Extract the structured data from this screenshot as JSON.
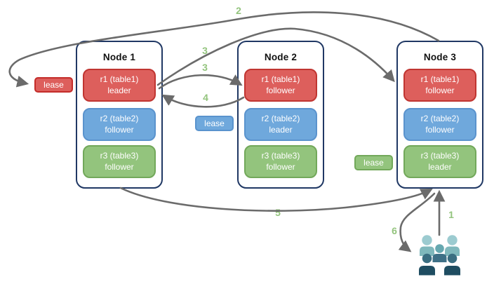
{
  "nodes": [
    {
      "title": "Node 1",
      "replicas": [
        {
          "line1": "r1 (table1)",
          "line2": "leader",
          "color": "red"
        },
        {
          "line1": "r2 (table2)",
          "line2": "follower",
          "color": "blue"
        },
        {
          "line1": "r3 (table3)",
          "line2": "follower",
          "color": "green"
        }
      ]
    },
    {
      "title": "Node 2",
      "replicas": [
        {
          "line1": "r1 (table1)",
          "line2": "follower",
          "color": "red"
        },
        {
          "line1": "r2 (table2)",
          "line2": "leader",
          "color": "blue"
        },
        {
          "line1": "r3 (table3)",
          "line2": "follower",
          "color": "green"
        }
      ]
    },
    {
      "title": "Node 3",
      "replicas": [
        {
          "line1": "r1 (table1)",
          "line2": "follower",
          "color": "red"
        },
        {
          "line1": "r2 (table2)",
          "line2": "follower",
          "color": "blue"
        },
        {
          "line1": "r3 (table3)",
          "line2": "leader",
          "color": "green"
        }
      ]
    }
  ],
  "leases": [
    {
      "label": "lease",
      "color": "red"
    },
    {
      "label": "lease",
      "color": "blue"
    },
    {
      "label": "lease",
      "color": "green"
    }
  ],
  "steps": {
    "step1": "1",
    "step2": "2",
    "step3a": "3",
    "step3b": "3",
    "step4": "4",
    "step5": "5",
    "step6": "6"
  },
  "icons": {
    "clients": "users-group-icon"
  },
  "colors": {
    "red_fill": "#dd5f5c",
    "red_border": "#c03531",
    "red_lease_border": "#c42c29",
    "blue_fill": "#6fa8dc",
    "blue_border": "#5a93cd",
    "green_fill": "#93c47d",
    "green_border": "#72a85a",
    "node_border": "#203864",
    "arrow": "#6b6b6b",
    "step_label": "#93c47d"
  }
}
